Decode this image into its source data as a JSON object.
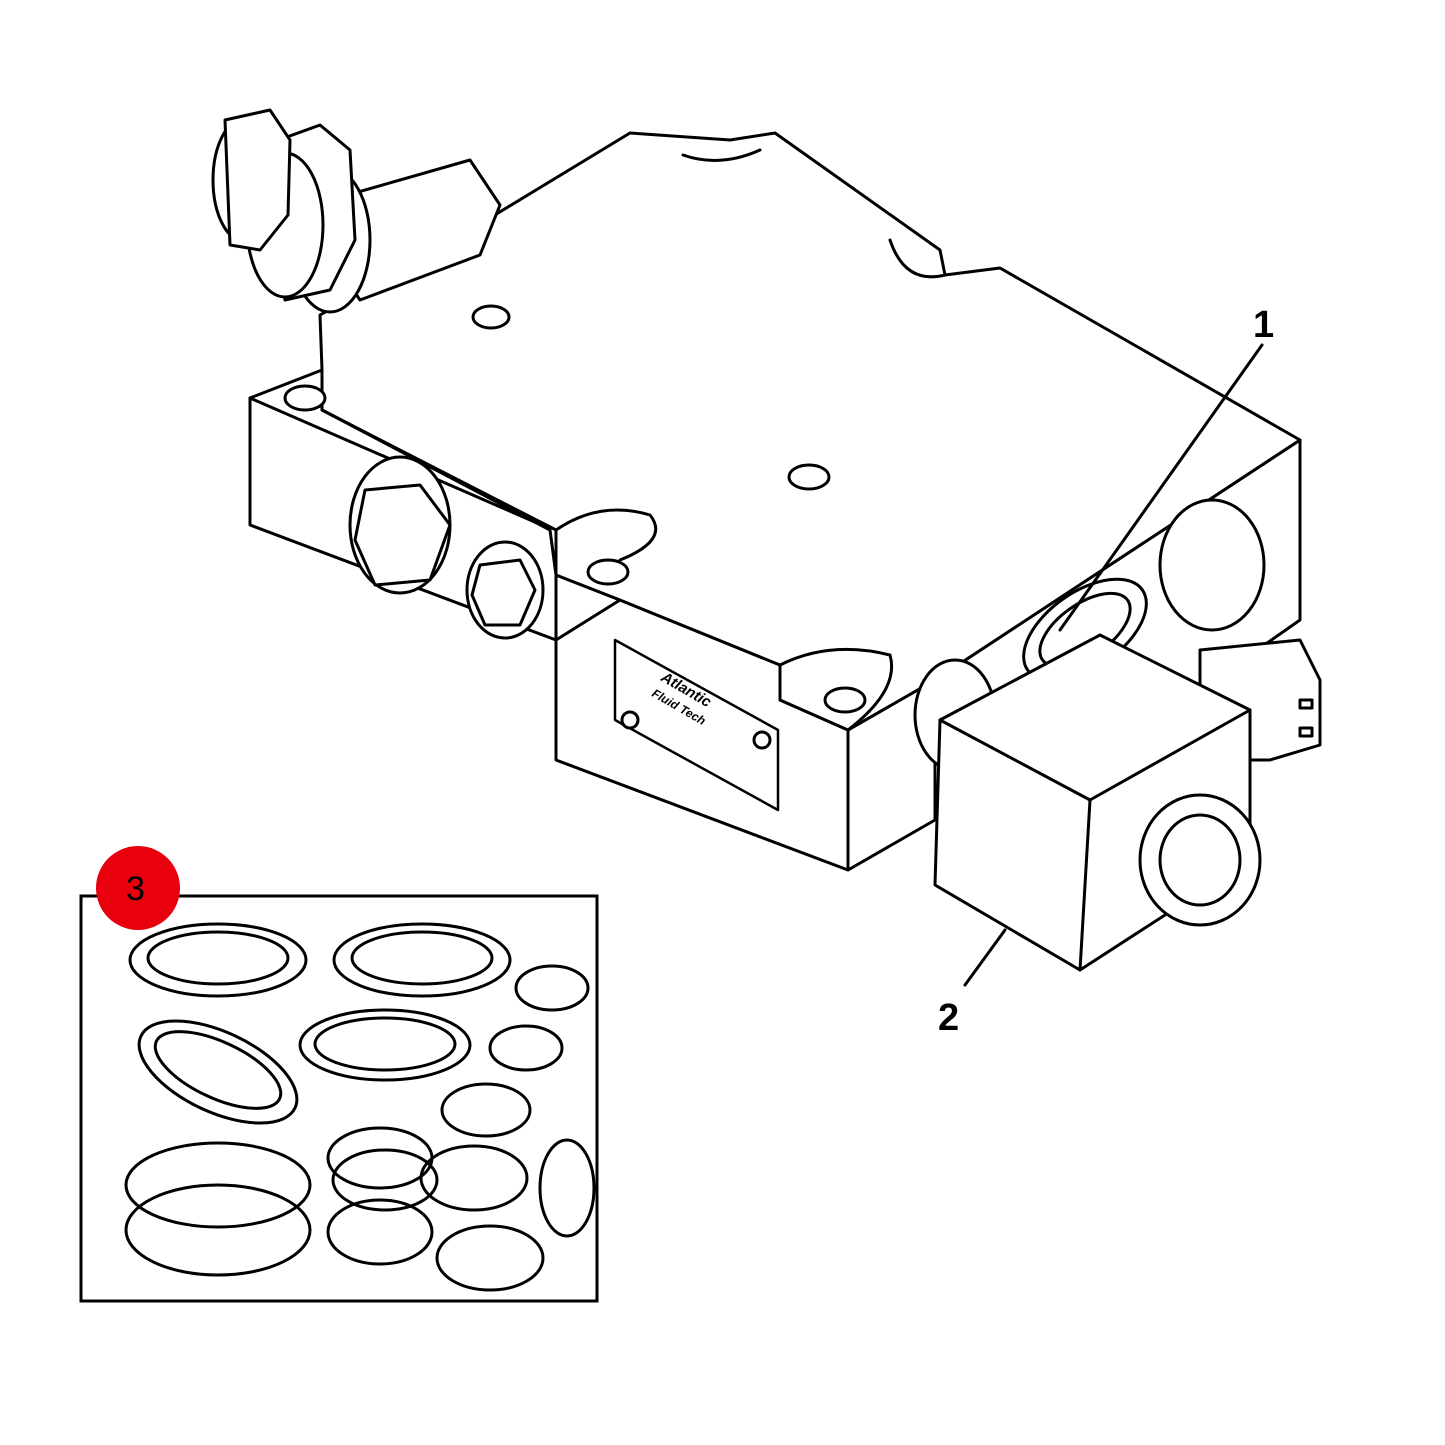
{
  "diagram": {
    "callouts": [
      {
        "id": "1",
        "label": "1"
      },
      {
        "id": "2",
        "label": "2"
      },
      {
        "id": "3",
        "label": "3"
      }
    ],
    "nameplate": {
      "brand": "Atlantic",
      "brand_line2": "Fluid Tech"
    },
    "colors": {
      "line": "#000000",
      "badge": "#e8000d",
      "background": "#ffffff"
    }
  }
}
